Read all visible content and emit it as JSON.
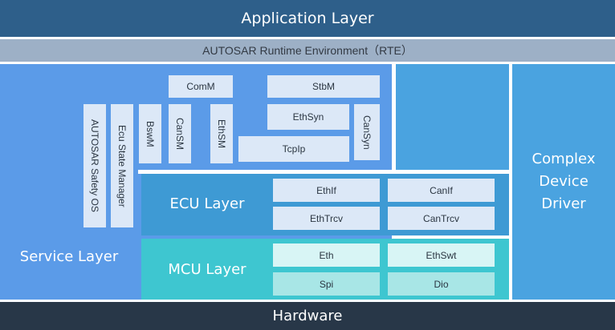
{
  "layers": {
    "application": "Application Layer",
    "rte": "AUTOSAR Runtime Environment（RTE）",
    "service": "Service Layer",
    "ecu": "ECU Layer",
    "mcu": "MCU Layer",
    "complex_device_driver": [
      "Complex",
      "Device",
      "Driver"
    ],
    "hardware": "Hardware"
  },
  "service_modules": {
    "vertical": [
      "AUTOSAR Safety OS",
      "Ecu State Manager",
      "BswM",
      "CanSM",
      "EthSM",
      "CanSyn"
    ],
    "horizontal": [
      "ComM",
      "StbM",
      "EthSyn",
      "TcpIp"
    ]
  },
  "ecu_modules": [
    "EthIf",
    "CanIf",
    "EthTrcv",
    "CanTrcv"
  ],
  "mcu_modules": [
    "Eth",
    "EthSwt",
    "Spi",
    "Dio"
  ],
  "colors": {
    "application": "#2e5f8a",
    "rte": "#9db0c6",
    "service": "#5b9be8",
    "ecu": "#3e9ad4",
    "mcu": "#3ec6d0",
    "complex_device_driver": "#4aa3e0",
    "hardware": "#283748",
    "module_box": "#dce8f7"
  }
}
